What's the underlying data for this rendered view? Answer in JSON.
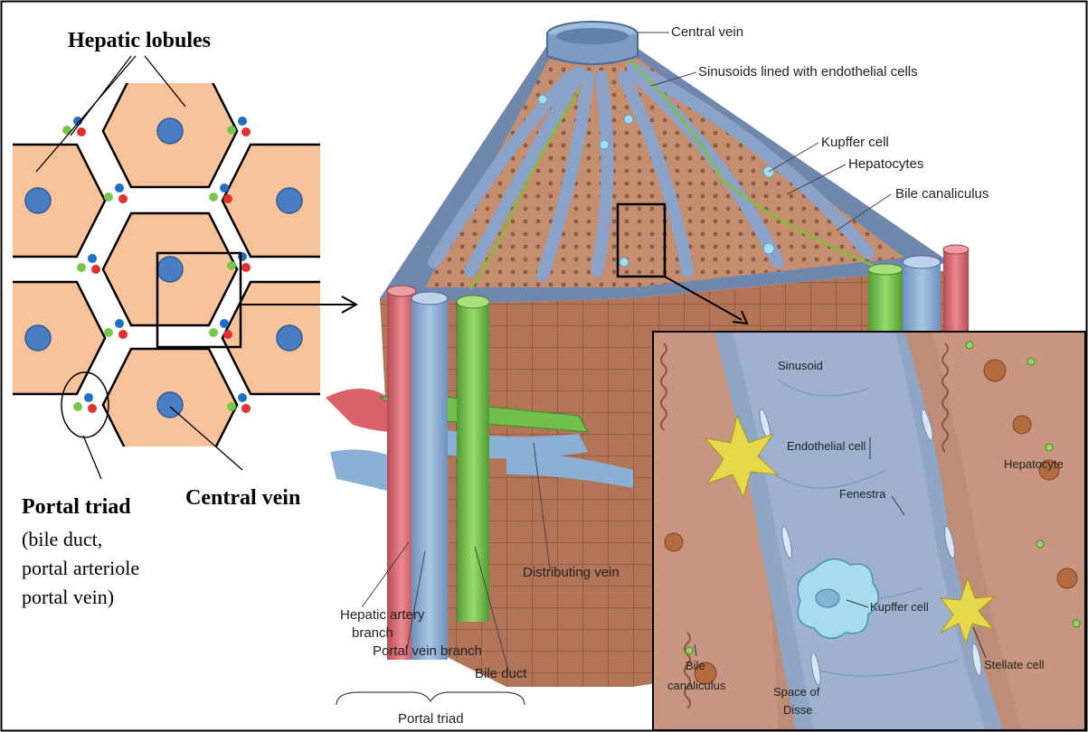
{
  "left_panel": {
    "title": "Hepatic lobules",
    "central_vein_label": "Central vein",
    "portal_triad_title": "Portal triad",
    "portal_triad_desc": [
      "(bile duct,",
      "portal arteriole",
      "portal vein)"
    ]
  },
  "center_panel": {
    "central_vein": "Central vein",
    "sinusoids": "Sinusoids lined with endothelial cells",
    "kupffer": "Kupffer cell",
    "hepatocytes": "Hepatocytes",
    "bile_canaliculus": "Bile canaliculus",
    "distributing_vein": "Distributing vein",
    "hepatic_artery": [
      "Hepatic artery",
      "branch"
    ],
    "portal_vein_branch": "Portal vein branch",
    "bile_duct": "Bile duct",
    "portal_triad": "Portal triad"
  },
  "inset": {
    "sinusoid": "Sinusoid",
    "endothelial": "Endothelial cell",
    "fenestra": "Fenestra",
    "hepatocyte": "Hepatocyte",
    "kupffer": "Kupffer cell",
    "stellate": "Stellate cell",
    "bile": [
      "Bile",
      "canaliculus"
    ],
    "disse": [
      "Space of",
      "Disse"
    ]
  },
  "colors": {
    "lobule_fill": "#f8c29a",
    "central_vein": "#4a7ec3",
    "artery": "#e03030",
    "portal_vein": "#1f6fc5",
    "bile_duct": "#79c74a",
    "tissue": "#b8785a",
    "sinusoid": "#8fa6c6",
    "vessel_red": "#d9626a",
    "vessel_blue": "#8ab0d6",
    "vessel_green": "#6fbf4a"
  }
}
